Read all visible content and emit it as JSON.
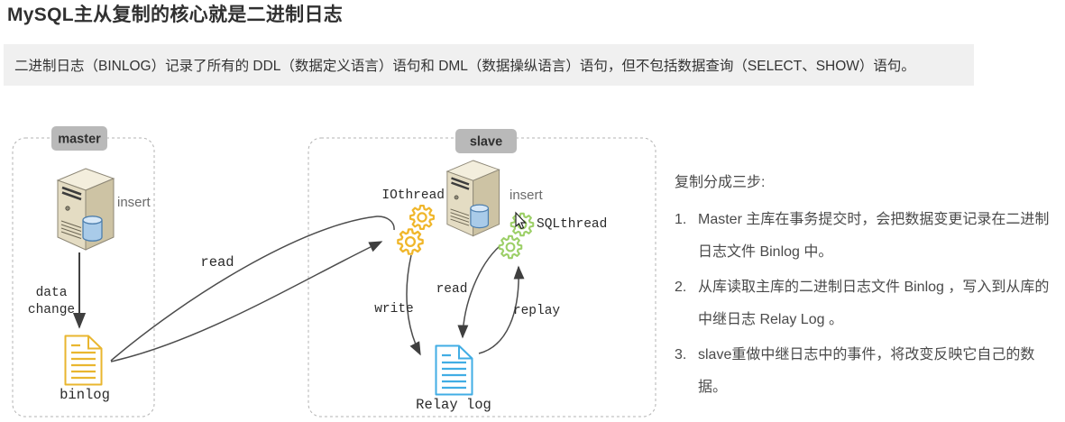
{
  "page": {
    "title": "MySQL主从复制的核心就是二进制日志"
  },
  "callout": {
    "text": "二进制日志（BINLOG）记录了所有的 DDL（数据定义语言）语句和 DML（数据操纵语言）语句，但不包括数据查询（SELECT、SHOW）语句。"
  },
  "diagram": {
    "master_box": {
      "tab": "master",
      "server_caption": "insert",
      "data_change_line1": "data",
      "data_change_line2": "change",
      "binlog_caption": "binlog"
    },
    "slave_box": {
      "tab": "slave",
      "io_thread": "IOthread",
      "server_caption": "insert",
      "sql_thread": "SQLthread",
      "write": "write",
      "read": "read",
      "replay": "replay",
      "relay_caption": "Relay log"
    },
    "master_to_slave_read": "read",
    "colors": {
      "callout_bg": "#f0f0f0",
      "tab_bg": "#b9b9b9",
      "binlog_doc": "#e9b62f",
      "relay_doc": "#41ade4",
      "io_gear": "#f0b62a",
      "sql_gear": "#9ccf67",
      "arrow": "#4c4c4c"
    }
  },
  "steps_panel": {
    "intro": "复制分成三步:",
    "steps": [
      {
        "num": "1.",
        "text": "Master 主库在事务提交时，会把数据变更记录在二进制日志文件 Binlog 中。"
      },
      {
        "num": "2.",
        "text": "从库读取主库的二进制日志文件 Binlog ，写入到从库的中继日志 Relay Log 。"
      },
      {
        "num": "3.",
        "text": "slave重做中继日志中的事件，将改变反映它自己的数据。"
      }
    ]
  }
}
